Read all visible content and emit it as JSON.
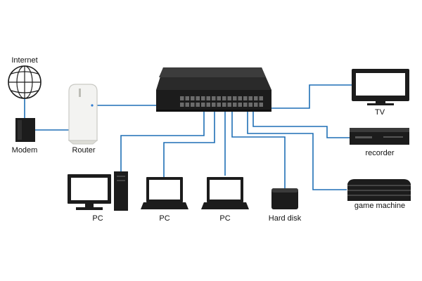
{
  "diagram": {
    "link_color": "#1f6fb5",
    "device_color": "#1c1c1c",
    "labels": {
      "internet": "Internet",
      "modem": "Modem",
      "router": "Router",
      "tv": "TV",
      "recorder": "recorder",
      "game_machine": "game machine",
      "pc_desktop": "PC",
      "pc_laptop_1": "PC",
      "pc_laptop_2": "PC",
      "hard_disk": "Hard disk"
    },
    "nodes": [
      {
        "id": "internet",
        "icon": "globe-icon"
      },
      {
        "id": "modem",
        "icon": "modem-icon"
      },
      {
        "id": "router",
        "icon": "router-icon"
      },
      {
        "id": "switch",
        "icon": "network-switch-icon"
      },
      {
        "id": "tv",
        "icon": "tv-icon"
      },
      {
        "id": "recorder",
        "icon": "recorder-icon"
      },
      {
        "id": "game_machine",
        "icon": "game-console-icon"
      },
      {
        "id": "pc_desktop",
        "icon": "desktop-pc-icon"
      },
      {
        "id": "pc_laptop_1",
        "icon": "laptop-icon"
      },
      {
        "id": "pc_laptop_2",
        "icon": "laptop-icon"
      },
      {
        "id": "hard_disk",
        "icon": "hard-disk-icon"
      }
    ],
    "connections": [
      {
        "from": "internet",
        "to": "modem"
      },
      {
        "from": "modem",
        "to": "router"
      },
      {
        "from": "router",
        "to": "switch"
      },
      {
        "from": "switch",
        "to": "tv"
      },
      {
        "from": "switch",
        "to": "recorder"
      },
      {
        "from": "switch",
        "to": "game_machine"
      },
      {
        "from": "switch",
        "to": "pc_desktop"
      },
      {
        "from": "switch",
        "to": "pc_laptop_1"
      },
      {
        "from": "switch",
        "to": "pc_laptop_2"
      },
      {
        "from": "switch",
        "to": "hard_disk"
      }
    ]
  }
}
